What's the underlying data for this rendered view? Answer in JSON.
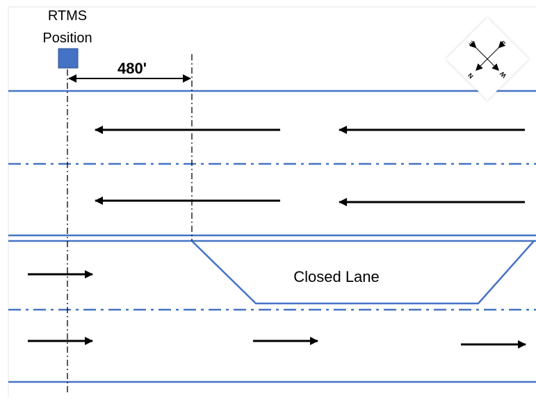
{
  "rtms": {
    "label_line1": "RTMS",
    "label_line2": "Position"
  },
  "dimension": {
    "label": "480'"
  },
  "closed_lane": {
    "label": "Closed Lane"
  },
  "compass": {
    "north": "N",
    "south": "S",
    "east": "E",
    "west": "W"
  },
  "colors": {
    "lane_line": "#4472c4",
    "rtms_marker": "#4472c4",
    "arrow": "#000000",
    "background": "#ffffff",
    "frame": "#d9d9d9"
  }
}
